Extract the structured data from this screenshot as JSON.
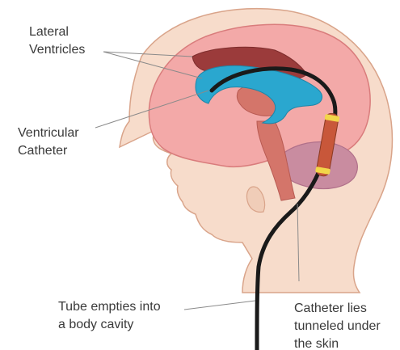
{
  "labels": {
    "lateral_ventricles": [
      "Lateral",
      "Ventricles"
    ],
    "ventricular_catheter": [
      "Ventricular",
      "Catheter"
    ],
    "tube_empties": [
      "Tube empties into",
      "a body cavity"
    ],
    "catheter_tunneled": [
      "Catheter lies",
      "tunneled under",
      "the skin"
    ]
  },
  "colors": {
    "skin": "#f7dccb",
    "skin_outline": "#d9a48a",
    "brain": "#f3a9a8",
    "brain_outline": "#d97c7c",
    "cerebellum": "#c98ca0",
    "ventricle": "#2aa7cf",
    "ventricle_upper": "#9b3b3b",
    "thalamus": "#d4756a",
    "catheter": "#1a1a1a",
    "valve": "#c8573a",
    "valve_band": "#f2d64a",
    "leader_line": "#8a8a8a",
    "text": "#3a3a3a"
  }
}
